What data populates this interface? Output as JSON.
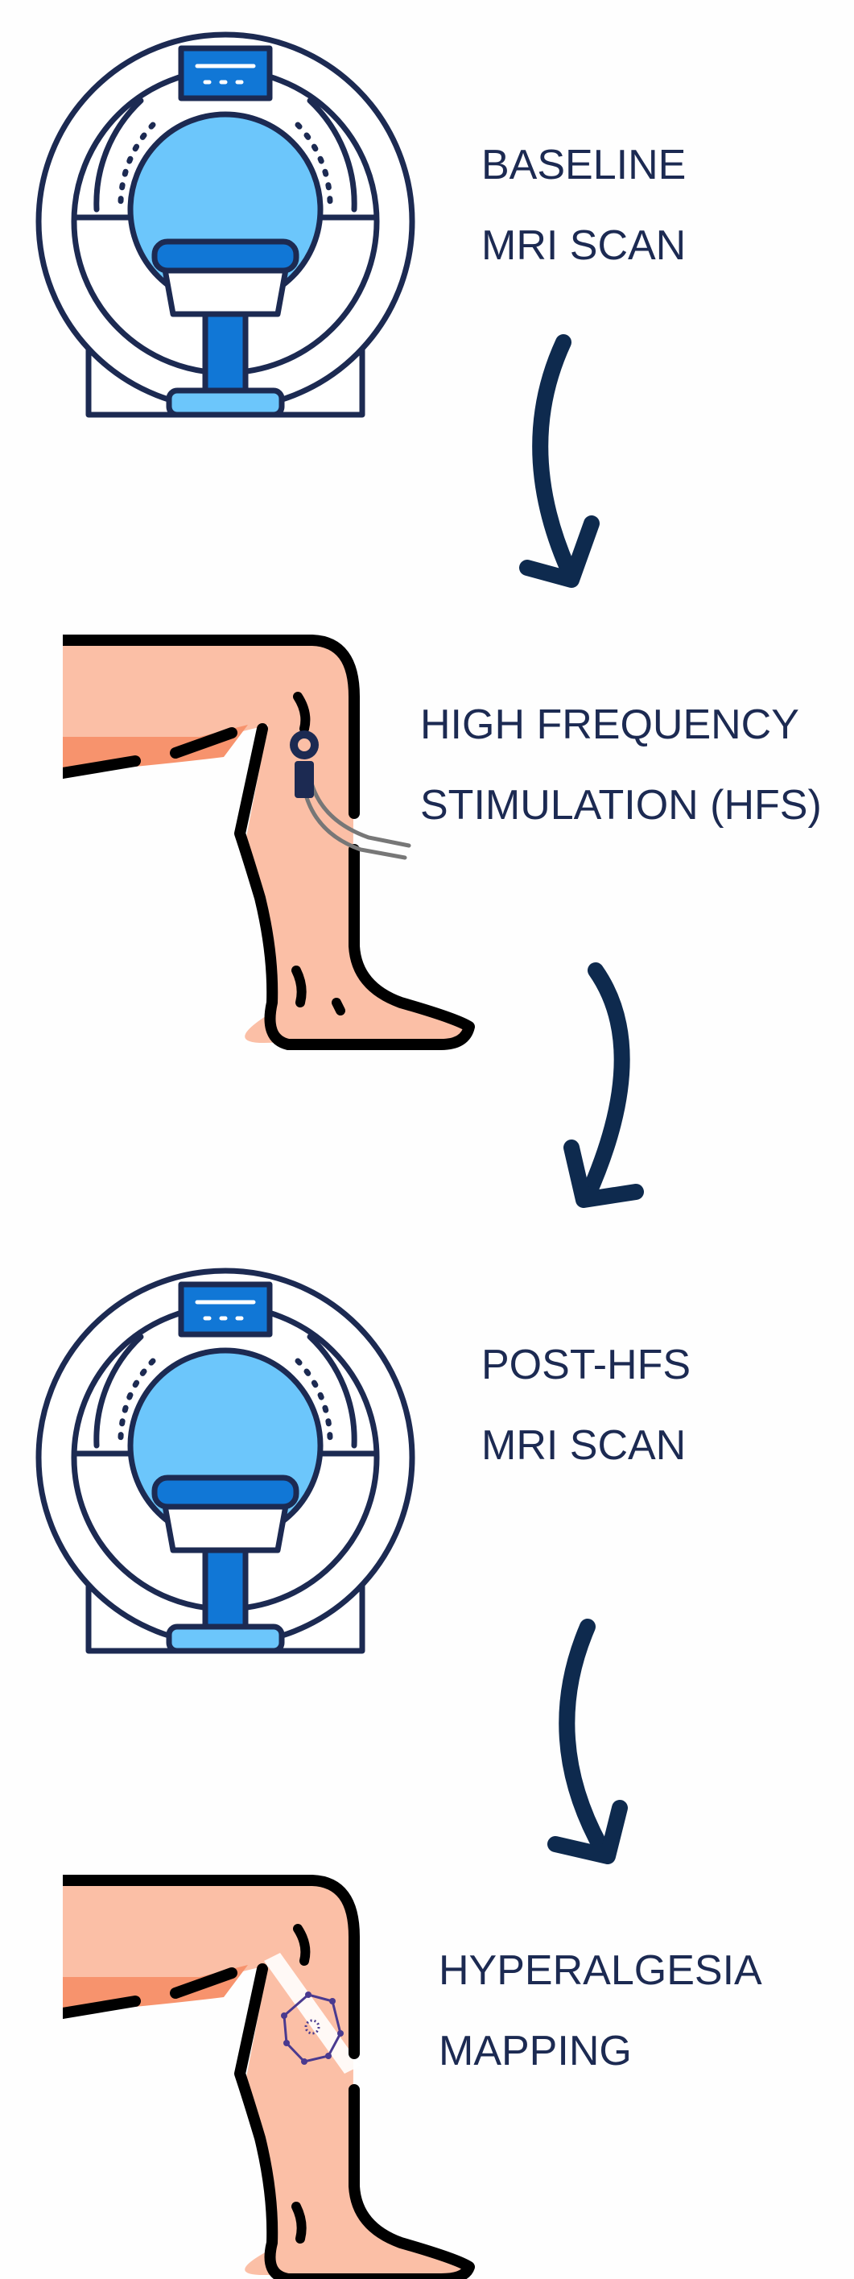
{
  "steps": [
    {
      "icon": "mri-scanner-icon",
      "line1": "BASELINE",
      "line2": "MRI SCAN"
    },
    {
      "icon": "leg-electrode-icon",
      "line1": "HIGH FREQUENCY",
      "line2": "STIMULATION (HFS)"
    },
    {
      "icon": "mri-scanner-icon",
      "line1": "POST-HFS",
      "line2": "MRI SCAN"
    },
    {
      "icon": "leg-mapping-icon",
      "line1": "HYPERALGESIA",
      "line2": "MAPPING"
    }
  ],
  "colors": {
    "navy": "#1c2a52",
    "arrow": "#0e2a4e",
    "scanner_blue": "#6cc6fb",
    "scanner_dark": "#1177d6",
    "skin": "#fbbfa6",
    "skin_shade": "#f7936d"
  }
}
